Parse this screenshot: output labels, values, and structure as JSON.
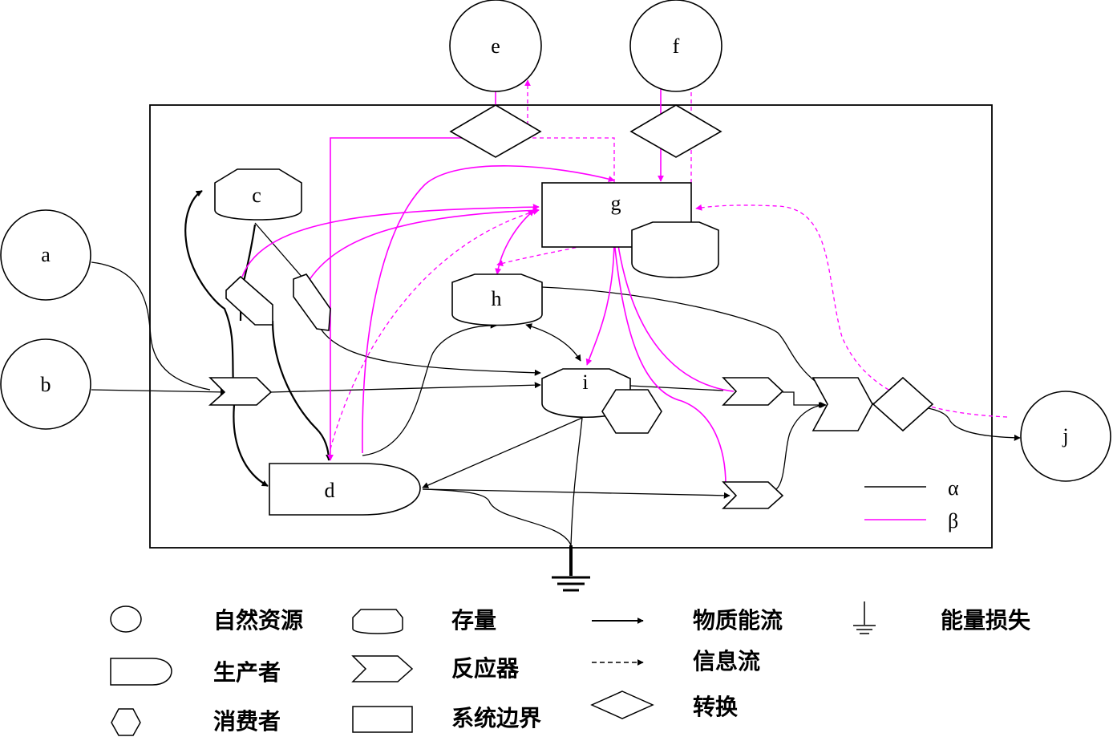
{
  "nodes": {
    "a": "a",
    "b": "b",
    "c": "c",
    "d": "d",
    "e": "e",
    "f": "f",
    "g": "g",
    "h": "h",
    "i": "i",
    "j": "j"
  },
  "line_legend": {
    "alpha": "α",
    "beta": "β",
    "alpha_color": "#000000",
    "beta_color": "#ff00ff"
  },
  "symbol_legend": {
    "natural_resource": "自然资源",
    "storage": "存量",
    "material_energy_flow": "物质能流",
    "energy_loss": "能量损失",
    "producer": "生产者",
    "reactor": "反应器",
    "information_flow": "信息流",
    "consumer": "消费者",
    "system_boundary": "系统边界",
    "conversion": "转换"
  }
}
